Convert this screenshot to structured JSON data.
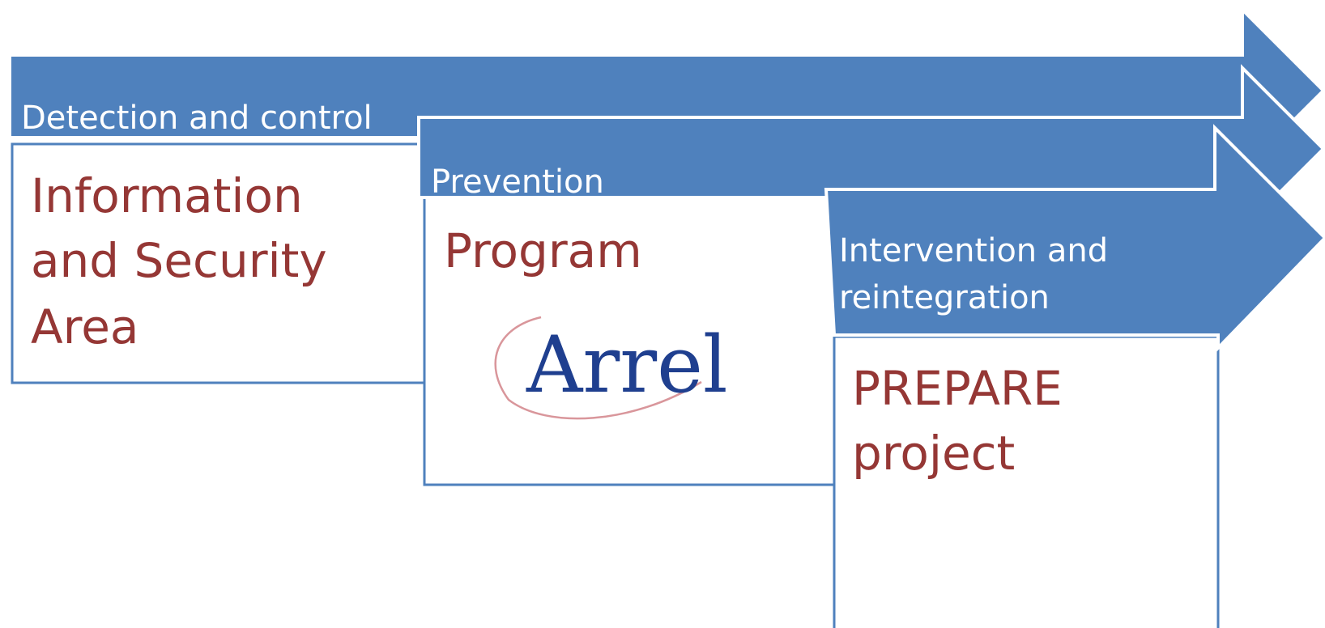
{
  "colors": {
    "band": "#4f81bd",
    "band_text": "#ffffff",
    "content_text": "#953735",
    "logo_text": "#1f3f8f",
    "logo_swoosh": "#d9969b"
  },
  "stages": [
    {
      "band_label_lines": [
        "Detection and control"
      ],
      "content_lines": [
        "Information",
        "and Security",
        "Area"
      ]
    },
    {
      "band_label_lines": [
        "Prevention"
      ],
      "content_lines": [
        "Program"
      ],
      "logo": {
        "text": "Arrel"
      }
    },
    {
      "band_label_lines": [
        "Intervention and",
        "reintegration"
      ],
      "content_lines": [
        "PREPARE",
        "project"
      ]
    }
  ]
}
